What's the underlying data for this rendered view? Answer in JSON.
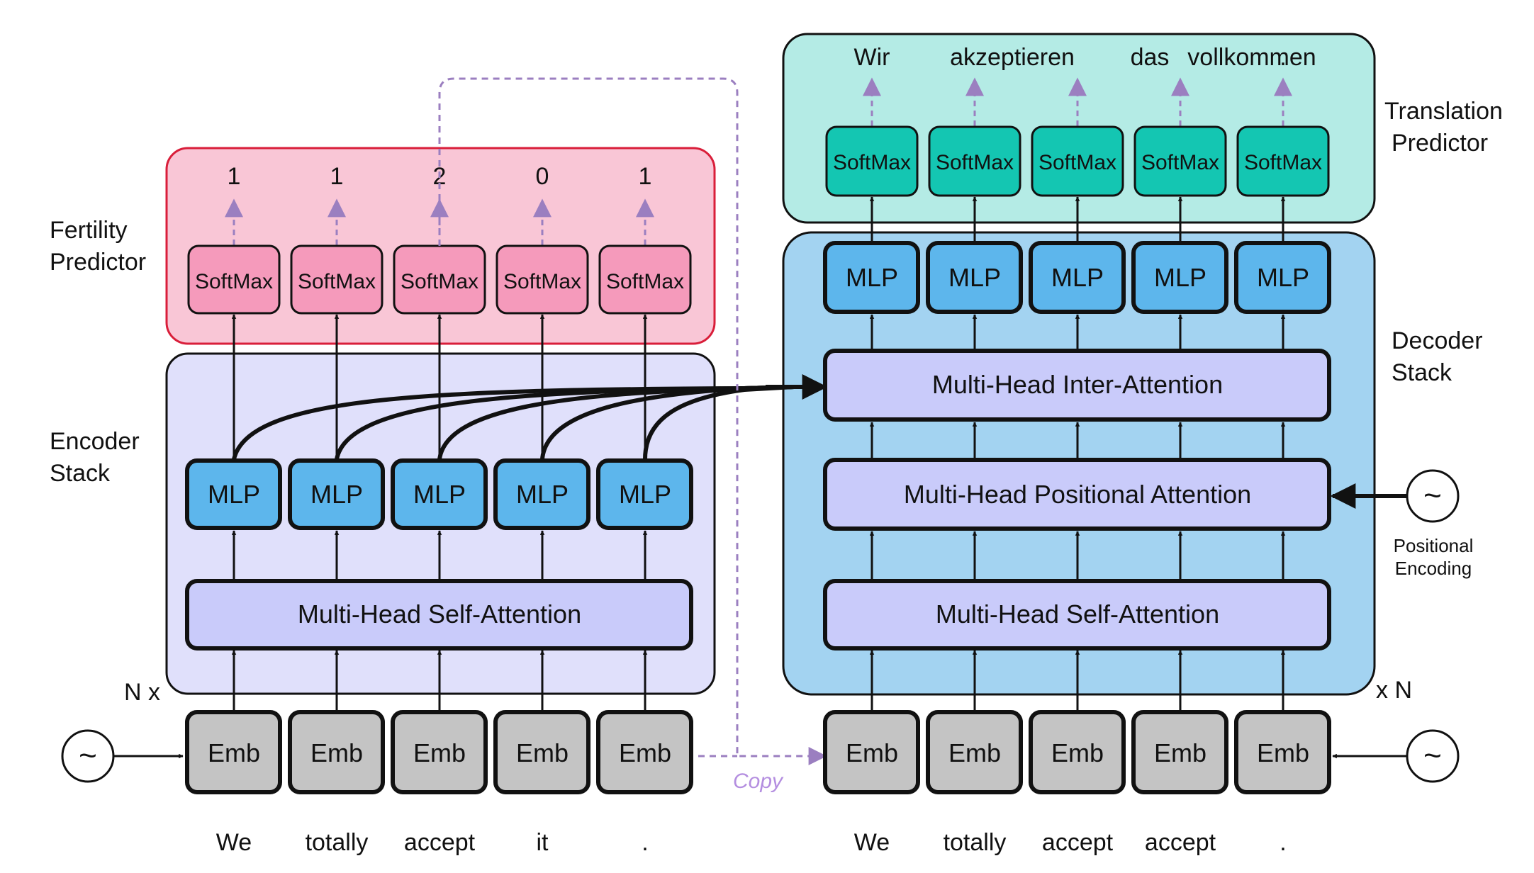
{
  "colors": {
    "fertility_panel": "#f9c6d6",
    "fertility_border": "#d91e3a",
    "fertility_softmax": "#f59abb",
    "encoder_panel": "#e0e0fb",
    "decoder_panel": "#a3d3f1",
    "attention_box": "#c9cbfa",
    "mlp_box": "#5db6ec",
    "translation_panel": "#b4ebe5",
    "translation_softmax": "#14c6b2",
    "emb_box": "#c4c4c4",
    "dashed_arrow": "#9b7fc0",
    "copy_text": "#b48ee0"
  },
  "encoder": {
    "fertility_label": [
      "Fertility",
      "Predictor"
    ],
    "stack_label": [
      "Encoder",
      "Stack"
    ],
    "repeat_label": "N x",
    "fertility_values": [
      "1",
      "1",
      "2",
      "0",
      "1"
    ],
    "softmax_label": "SoftMax",
    "mlp_label": "MLP",
    "self_attention_label": "Multi-Head Self-Attention",
    "emb_label": "Emb",
    "source_words": [
      "We",
      "totally",
      "accept",
      "it",
      "."
    ]
  },
  "copy_label": "Copy",
  "decoder": {
    "translation_label": [
      "Translation",
      "Predictor"
    ],
    "stack_label": [
      "Decoder",
      "Stack"
    ],
    "repeat_label": "x N",
    "output_words": [
      "Wir",
      "akzeptieren",
      "das",
      "vollkommen",
      "."
    ],
    "softmax_label": "SoftMax",
    "mlp_label": "MLP",
    "inter_attention_label": "Multi-Head Inter-Attention",
    "positional_attention_label": "Multi-Head Positional Attention",
    "self_attention_label": "Multi-Head Self-Attention",
    "emb_label": "Emb",
    "input_words": [
      "We",
      "totally",
      "accept",
      "accept",
      "."
    ]
  },
  "positional_encoding_label": [
    "Positional",
    "Encoding"
  ],
  "wave_symbol": "~"
}
